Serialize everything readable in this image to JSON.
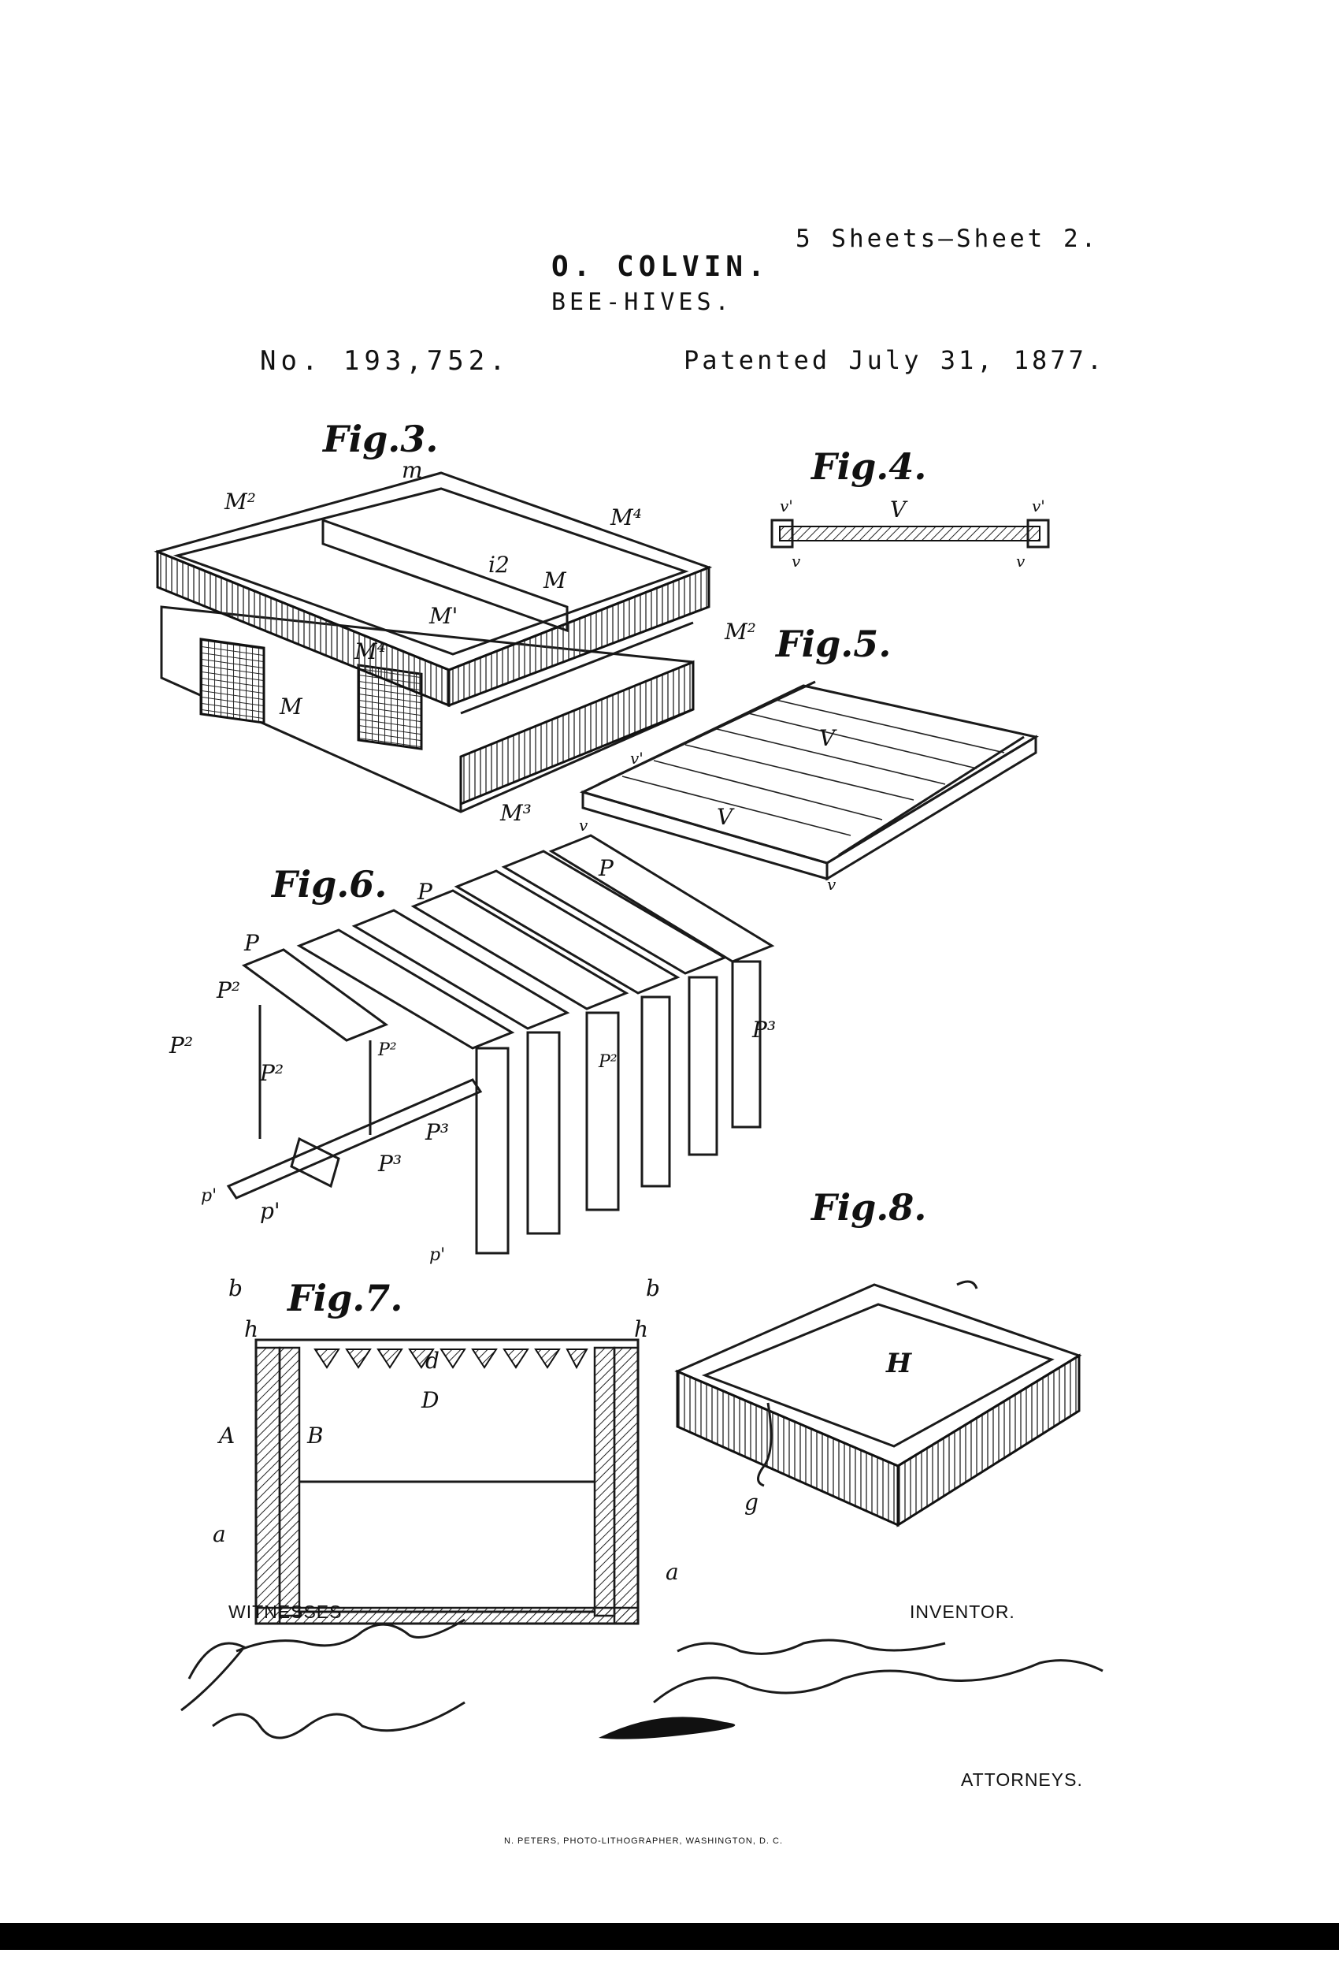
{
  "header": {
    "sheets": "5 Sheets—Sheet 2.",
    "inventor_name": "O. COLVIN.",
    "title": "BEE-HIVES.",
    "patent_number": "No. 193,752.",
    "patent_date": "Patented July 31, 1877."
  },
  "figures": {
    "fig3": {
      "label": "Fig.3.",
      "parts": [
        "M²",
        "m",
        "M⁴",
        "i2",
        "M",
        "M'",
        "M⁴",
        "M",
        "M²",
        "M³"
      ]
    },
    "fig4": {
      "label": "Fig.4.",
      "parts": [
        "v'",
        "V",
        "v'",
        "v",
        "v"
      ]
    },
    "fig5": {
      "label": "Fig.5.",
      "parts": [
        "V",
        "v'",
        "V",
        "v",
        "v"
      ]
    },
    "fig6": {
      "label": "Fig.6.",
      "parts": [
        "P",
        "P",
        "P",
        "P²",
        "P²",
        "P²",
        "P²",
        "P²",
        "P³",
        "P³",
        "P³",
        "p'",
        "p'",
        "p'"
      ]
    },
    "fig7": {
      "label": "Fig.7.",
      "parts": [
        "b",
        "b",
        "h",
        "h",
        "d",
        "D",
        "A",
        "B",
        "a",
        "a"
      ]
    },
    "fig8": {
      "label": "Fig.8.",
      "parts": [
        "H",
        "g"
      ]
    }
  },
  "signatures": {
    "witnesses_label": "WITNESSES",
    "inventor_label": "INVENTOR.",
    "attorney_label": "ATTORNEYS."
  },
  "footer": {
    "printer": "N. PETERS, PHOTO-LITHOGRAPHER, WASHINGTON, D. C."
  }
}
